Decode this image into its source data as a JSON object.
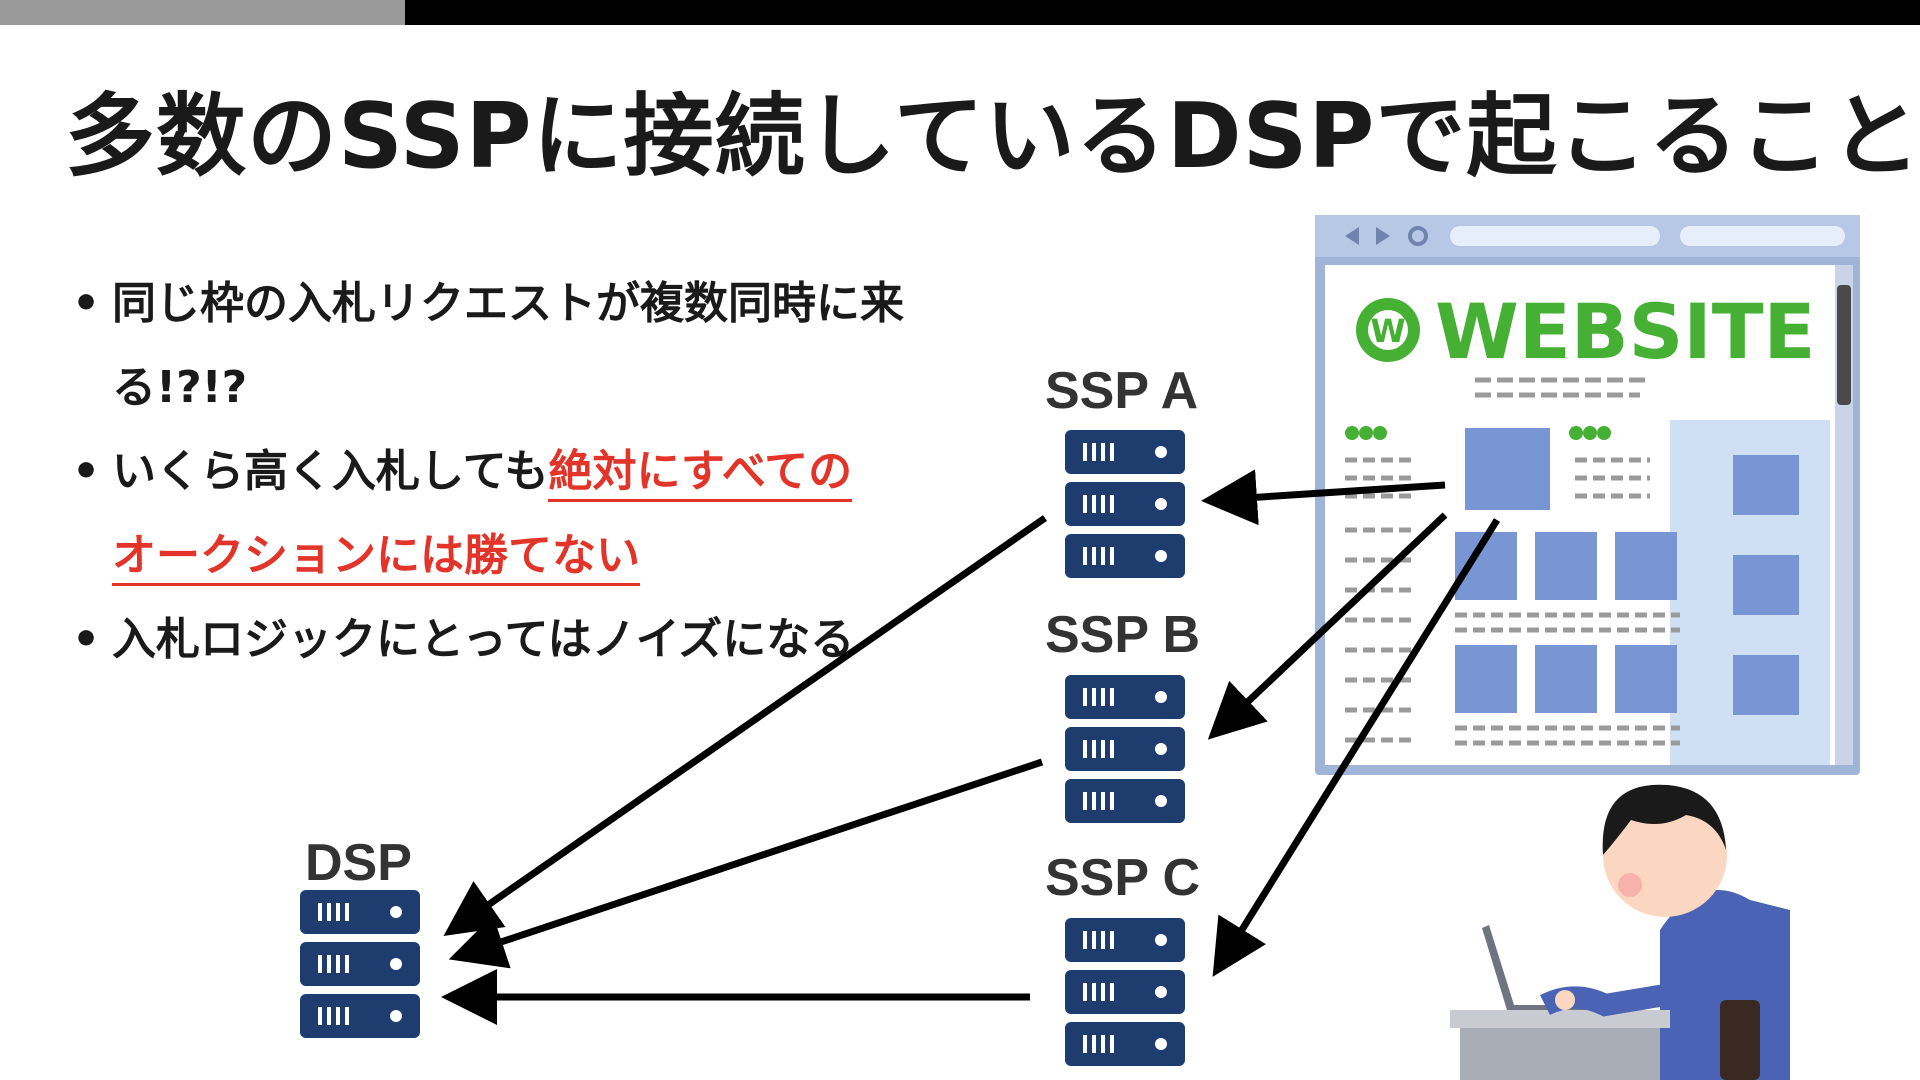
{
  "title": "多数のSSPに接続しているDSPで起こること",
  "bullets": {
    "b1": "同じ枠の入札リクエストが複数同時に来る!?!?",
    "b2_plain": "いくら高く入札しても",
    "b2_emph_line1": "絶対にすべての",
    "b2_emph_line2": "オークションには勝てない",
    "b3": "入札ロジックにとってはノイズになる"
  },
  "nodes": {
    "ssp_a": "SSP A",
    "ssp_b": "SSP B",
    "ssp_c": "SSP C",
    "dsp": "DSP"
  },
  "website": {
    "logo_letter": "W",
    "name": "WEBSITE"
  },
  "colors": {
    "accent_red": "#e3342a",
    "server_blue": "#1f3c6e",
    "top_bar_gray": "#999999",
    "top_bar_black": "#000000",
    "website_green": "#46b035",
    "browser_frame": "#9fb4d6",
    "content_block": "#7895d4"
  },
  "icons": {
    "server": "server-rack-icon",
    "browser": "browser-window-icon",
    "person": "person-at-laptop-icon",
    "arrow": "arrow-icon"
  }
}
